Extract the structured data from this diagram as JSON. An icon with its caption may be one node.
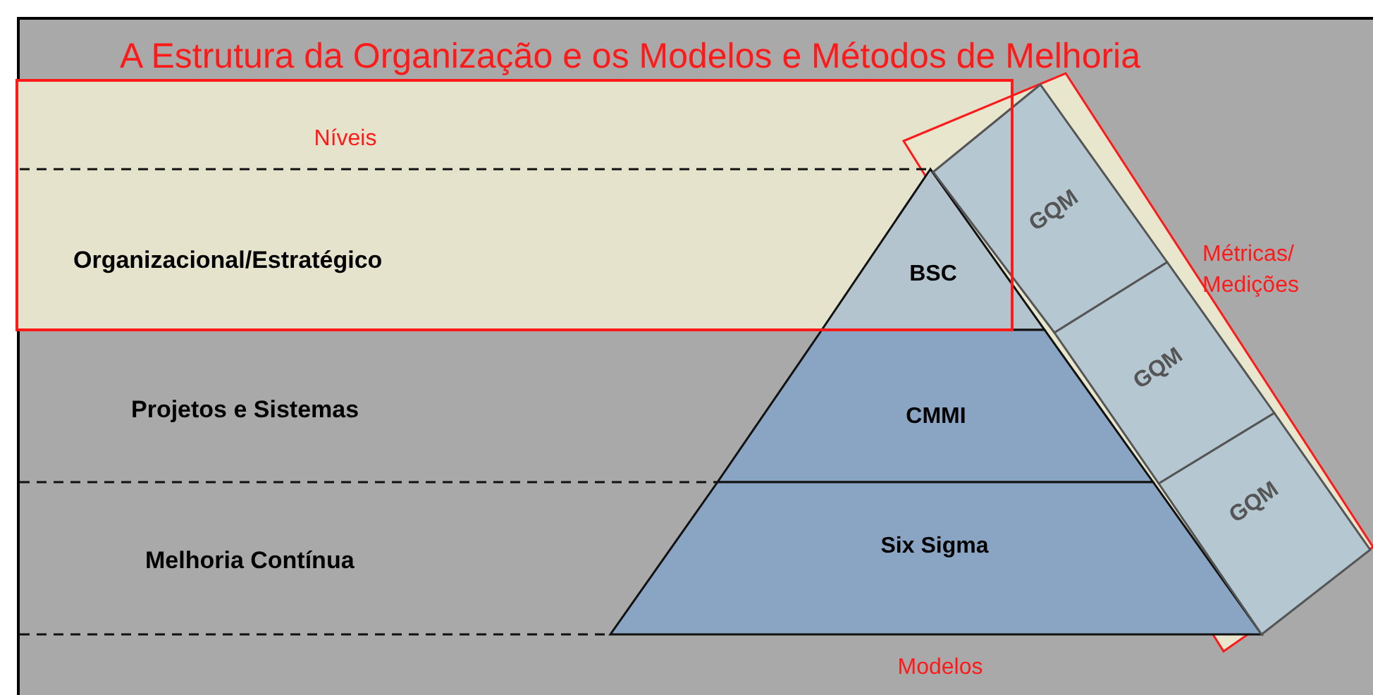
{
  "diagram": {
    "title": "A Estrutura da Organização e os Modelos e Métodos de Melhoria",
    "nodes": [
      {
        "text": [
          "BSC"
        ]
      },
      {
        "text": [
          "CMMI"
        ]
      },
      {
        "text": [
          "Six Sigma"
        ]
      },
      {
        "text": [
          "GQM"
        ]
      },
      {
        "text": [
          "GQM"
        ]
      },
      {
        "text": [
          "GQM"
        ]
      }
    ],
    "edges": [],
    "labels": [
      "Níveis",
      "Organizacional/Estratégico",
      "Projetos e Sistemas",
      "Melhoria Contínua",
      "Métricas/ Medições",
      "Modelos"
    ]
  }
}
